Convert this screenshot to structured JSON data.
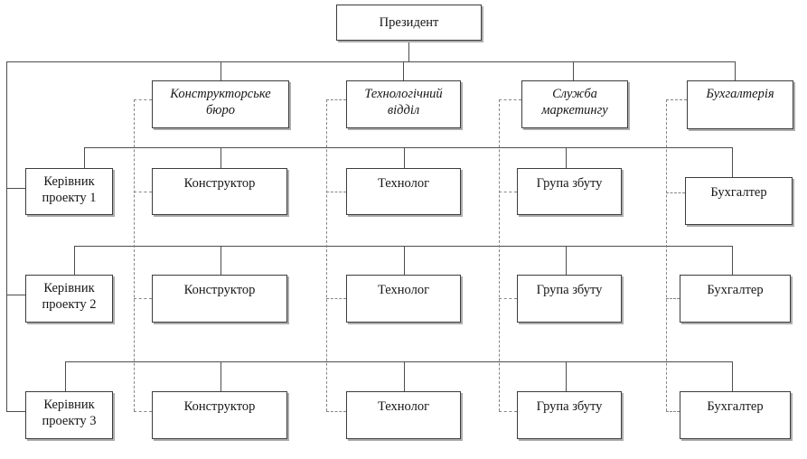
{
  "diagram_type": "matrix-org-chart",
  "president": "Президент",
  "departments": [
    {
      "label": "Конструкторське бюро"
    },
    {
      "label": "Технологічний відділ"
    },
    {
      "label": "Служба маркетингу"
    },
    {
      "label": "Бухгалтерія"
    }
  ],
  "rows": [
    {
      "manager": "Керівник проекту 1",
      "cells": [
        "Конструктор",
        "Технолог",
        "Група збуту",
        "Бухгалтер"
      ]
    },
    {
      "manager": "Керівник проекту 2",
      "cells": [
        "Конструктор",
        "Технолог",
        "Група збуту",
        "Бухгалтер"
      ]
    },
    {
      "manager": "Керівник проекту 3",
      "cells": [
        "Конструктор",
        "Технолог",
        "Група збуту",
        "Бухгалтер"
      ]
    }
  ],
  "colors": {
    "line": "#4d4d4d",
    "dash": "#858585",
    "border": "#3c3c3c",
    "text": "#161616",
    "bg": "#ffffff"
  }
}
